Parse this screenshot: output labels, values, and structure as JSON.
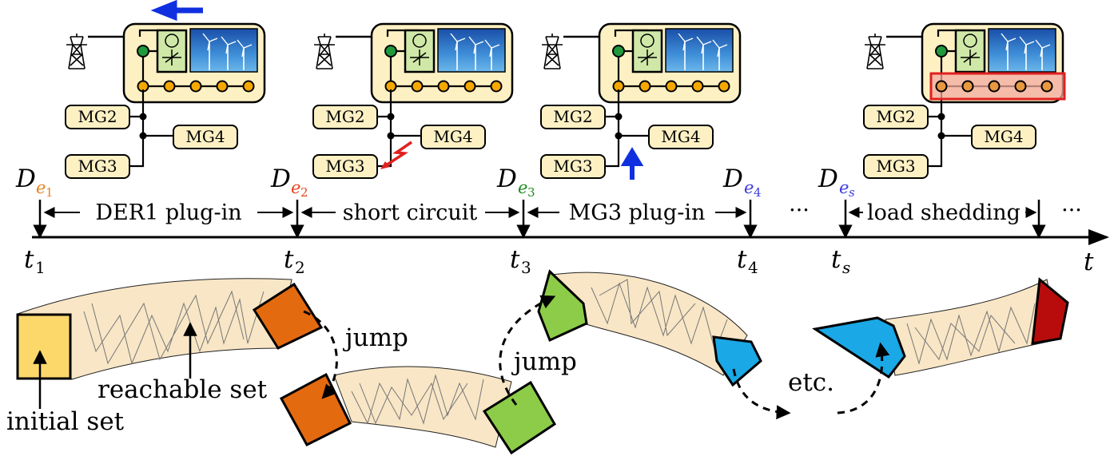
{
  "colors": {
    "de1": "#e8821e",
    "de2": "#e8431e",
    "de3": "#1e8a1e",
    "de4": "#3a3adf",
    "des": "#3a3adf",
    "panel_fill": "#fdf1c4",
    "bus_node": "#f5a800",
    "grid_node": "#1e9a3c",
    "arrow_blue": "#1030e0",
    "fault_red": "#e02020",
    "shed_fill": "#f2a9a0",
    "shed_border": "#e02020",
    "tube_fill": "#f8e6c6",
    "set_initial": "#fcd86b",
    "set_orange": "#e46a10",
    "set_green": "#8ccc48",
    "set_blue": "#1aa8e6",
    "set_darkred": "#b80c0c"
  },
  "microgrids": [
    {
      "mg2": "MG2",
      "mg3": "MG3",
      "mg4": "MG4",
      "event_icon": "arrow-left-icon"
    },
    {
      "mg2": "MG2",
      "mg3": "MG3",
      "mg4": "MG4",
      "event_icon": "lightning-fault-icon"
    },
    {
      "mg2": "MG2",
      "mg3": "MG3",
      "mg4": "MG4",
      "event_icon": "arrow-up-icon"
    },
    {
      "mg2": "MG2",
      "mg3": "MG3",
      "mg4": "MG4",
      "event_icon": "load-shedding-highlight"
    }
  ],
  "events": {
    "de1": {
      "base": "D",
      "sub": "e",
      "subsub": "1"
    },
    "de2": {
      "base": "D",
      "sub": "e",
      "subsub": "2"
    },
    "de3": {
      "base": "D",
      "sub": "e",
      "subsub": "3"
    },
    "de4": {
      "base": "D",
      "sub": "e",
      "subsub": "4"
    },
    "des": {
      "base": "D",
      "sub": "e",
      "subsub": "s"
    }
  },
  "intervals": {
    "i1": "DER1 plug-in",
    "i2": "short circuit",
    "i3": "MG3 plug-in",
    "i4": "load shedding",
    "dots1": "···",
    "dots2": "···"
  },
  "times": {
    "t1": {
      "base": "t",
      "sub": "1"
    },
    "t2": {
      "base": "t",
      "sub": "2"
    },
    "t3": {
      "base": "t",
      "sub": "3"
    },
    "t4": {
      "base": "t",
      "sub": "4"
    },
    "ts": {
      "base": "t",
      "sub": "s"
    },
    "t": "t"
  },
  "labels": {
    "jump1": "jump",
    "jump2": "jump",
    "etc": "etc.",
    "reachable_set": "reachable set",
    "initial_set": "initial set"
  }
}
